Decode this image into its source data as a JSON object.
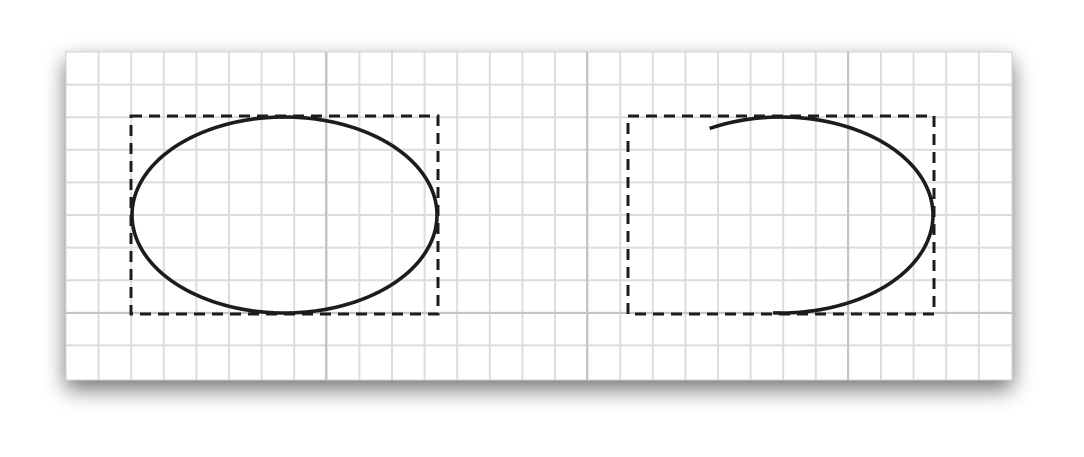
{
  "figure": {
    "panels": [
      {
        "id": "left",
        "shape": "ellipse",
        "arc_start_deg": 0,
        "arc_sweep_deg": 360
      },
      {
        "id": "right",
        "shape": "arc",
        "arc_start_deg": -118,
        "arc_sweep_deg": 211
      }
    ],
    "colors": {
      "paper": "#ffffff",
      "grid_minor": "#dcdcdc",
      "grid_major": "#c4c4c4",
      "curve": "#1c1c1c",
      "bounding_box": "#1c1c1c",
      "shadow": "#9a9a9a"
    }
  }
}
